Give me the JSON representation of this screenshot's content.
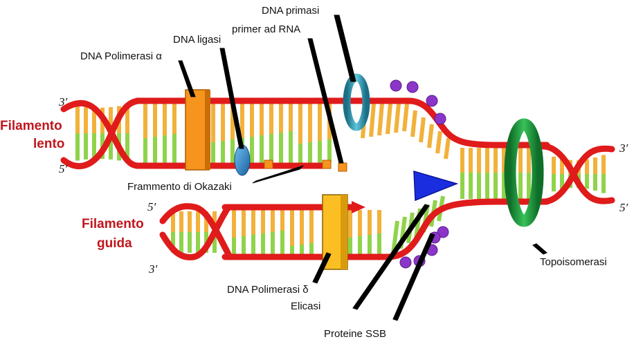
{
  "labels": {
    "ligasi": "DNA ligasi",
    "pol_alpha": "DNA Polimerasi α",
    "primasi": "DNA primasi",
    "primer": "primer ad RNA",
    "okazaki": "Frammento di Okazaki",
    "pol_delta": "DNA Polimerasi δ",
    "elicasi": "Elicasi",
    "ssb": "Proteine SSB",
    "topo": "Topoisomerasi"
  },
  "strands": {
    "lento_line1": "Filamento",
    "lento_line2": "lento",
    "guida_line1": "Filamento",
    "guida_line2": "guida"
  },
  "ends": {
    "top_left_3": "3′",
    "top_left_5": "5′",
    "bot_left_5": "5′",
    "bot_left_3": "3′",
    "right_3": "3′",
    "right_5": "5′"
  },
  "colors": {
    "backbone": "#e01b1b",
    "base_orange": "#f2b13a",
    "base_green": "#8fd34a",
    "polymerase_alpha": "#f7941d",
    "polymerase_delta": "#fbbf24",
    "ligase": "#2a8fd8",
    "primase": "#2a9bb5",
    "topoisomerase": "#1f9a3a",
    "helicase": "#1a2ee0",
    "ssb": "#8b35c9",
    "label_red": "#c0161c"
  }
}
